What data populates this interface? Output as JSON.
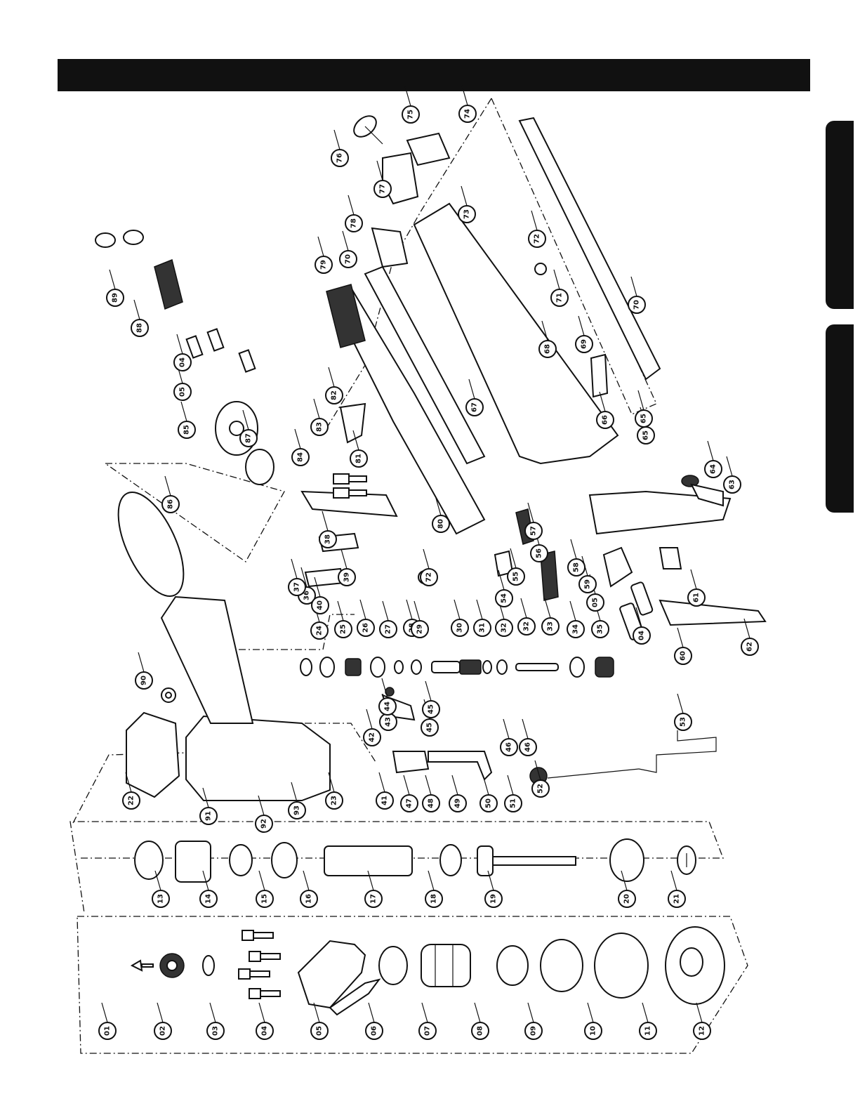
{
  "callouts": [
    {
      "id": "row1",
      "labels": [
        "01",
        "02",
        "03",
        "04",
        "05",
        "06",
        "07",
        "08",
        "09",
        "10",
        "11",
        "12"
      ]
    },
    {
      "id": "row2",
      "labels": [
        "13",
        "14",
        "15",
        "16",
        "17",
        "18",
        "19",
        "20",
        "21"
      ]
    },
    {
      "id": "row3",
      "labels": [
        "22",
        "23",
        "41",
        "47",
        "48",
        "49",
        "50",
        "51",
        "52",
        "53"
      ]
    },
    {
      "id": "valve",
      "labels": [
        "24",
        "25",
        "26",
        "27",
        "28",
        "29",
        "30",
        "31",
        "32",
        "32",
        "33",
        "34",
        "35"
      ]
    },
    {
      "id": "trigger",
      "labels": [
        "36",
        "37",
        "38",
        "39",
        "40",
        "42",
        "43",
        "44",
        "45",
        "45",
        "46",
        "46"
      ]
    },
    {
      "id": "upper",
      "labels": [
        "54",
        "55",
        "56",
        "57",
        "58",
        "59",
        "60",
        "61",
        "62",
        "63",
        "64",
        "65",
        "65",
        "66",
        "67",
        "68",
        "69",
        "70",
        "70",
        "71",
        "72",
        "72",
        "73",
        "74",
        "75",
        "76",
        "77",
        "78",
        "79",
        "80",
        "81",
        "82",
        "83",
        "84",
        "85",
        "86",
        "87",
        "88",
        "89",
        "90",
        "91",
        "92",
        "93",
        "05",
        "05",
        "04",
        "04"
      ]
    }
  ]
}
